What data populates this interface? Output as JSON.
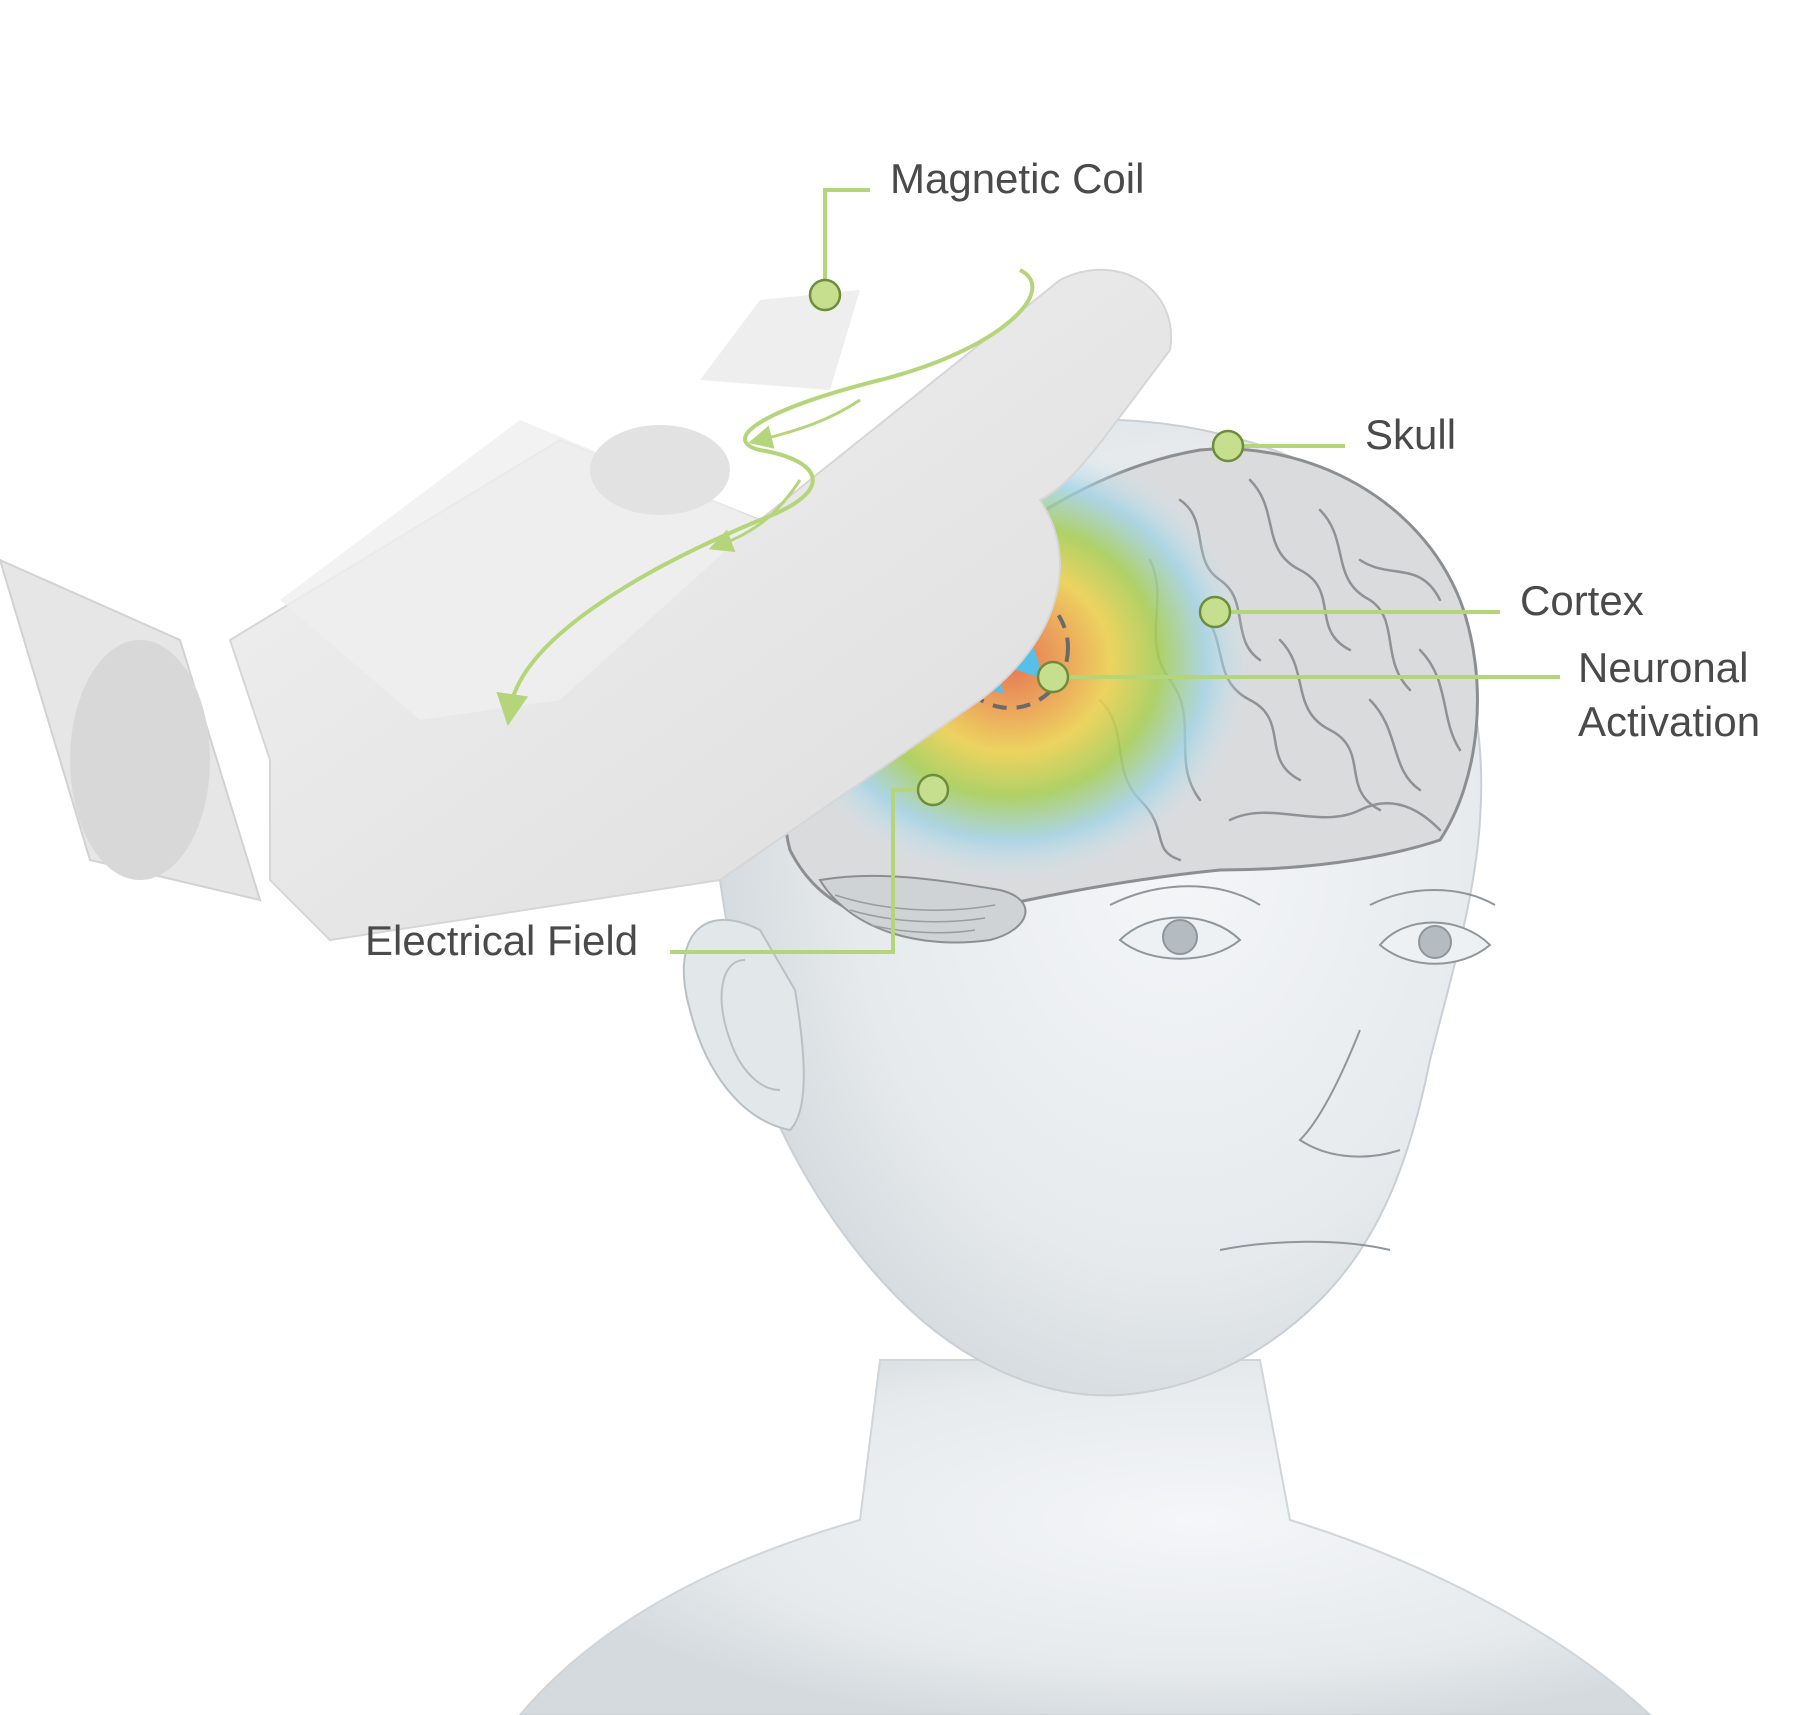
{
  "labels": {
    "magnetic_coil": "Magnetic Coil",
    "skull": "Skull",
    "cortex": "Cortex",
    "neuronal_line1": "Neuronal",
    "neuronal_line2": "Activation",
    "electrical_field": "Electrical Field"
  },
  "colors": {
    "leader_line": "#b5d57a",
    "label_text": "#4a4a4a",
    "coil_body": "#e9e9e9",
    "skin": "#e7ebee",
    "brain": "#d9dbdd",
    "field_red": "#e8623a",
    "field_yellow": "#efd24a",
    "field_green": "#a8cf52",
    "field_blue": "#9fd3e6",
    "current_arrow": "#58bfe8",
    "activation_ring": "#6a6a6a"
  },
  "icons": {
    "current_arrows": "arrow-icon",
    "leader_dots": "dot-icon"
  }
}
